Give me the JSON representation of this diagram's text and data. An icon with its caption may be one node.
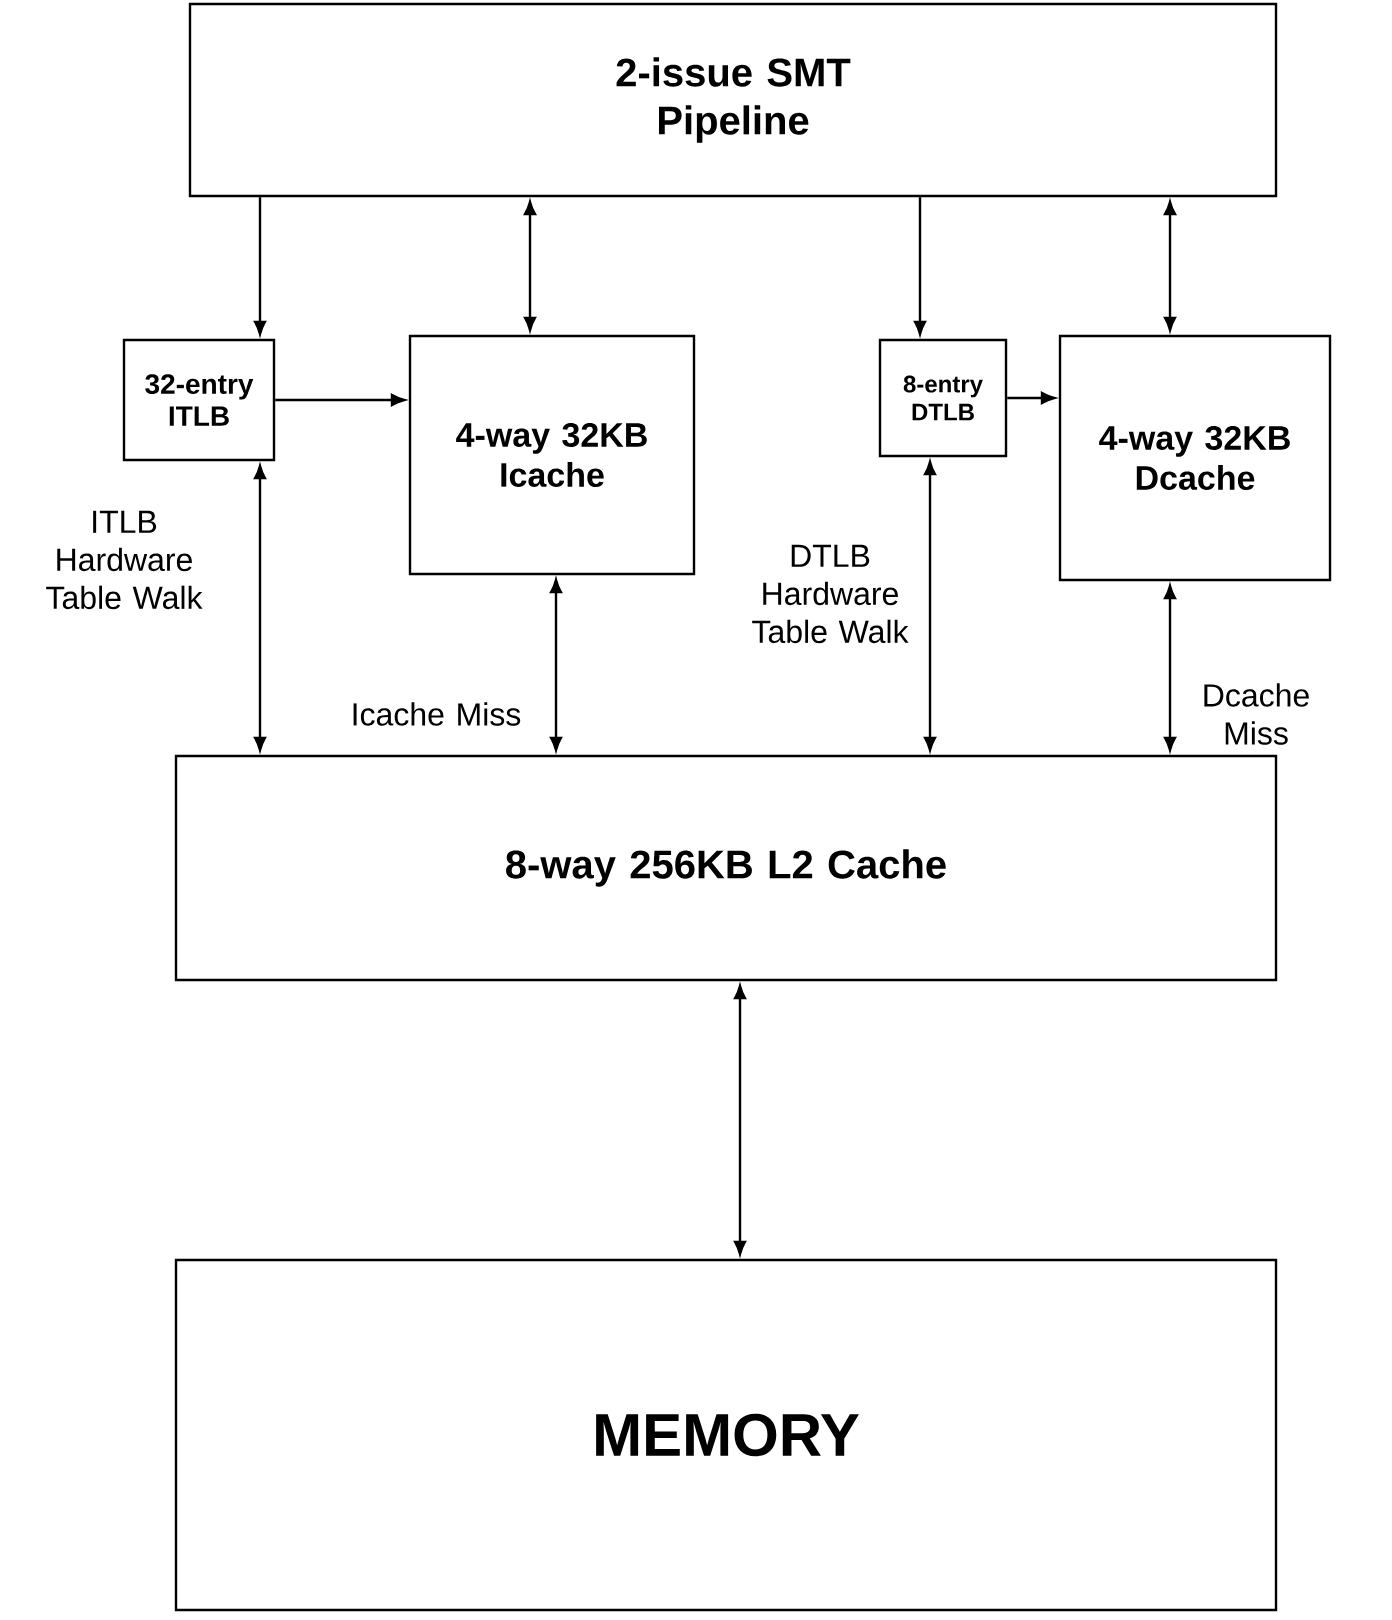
{
  "diagram": {
    "nodes": [
      {
        "text": [
          "2-issue SMT Pipeline"
        ]
      },
      {
        "text": [
          "32-entry ITLB"
        ]
      },
      {
        "text": [
          "4-way 32KB Icache"
        ]
      },
      {
        "text": [
          "8-entry DTLB"
        ]
      },
      {
        "text": [
          "4-way 32KB Dcache"
        ]
      },
      {
        "text": [
          "8-way 256KB L2 Cache"
        ]
      },
      {
        "text": [
          "MEMORY"
        ]
      }
    ],
    "edges": [
      {
        "from": 0,
        "to": 1,
        "arrow": "to"
      },
      {
        "from": 0,
        "to": 2,
        "arrow": "both"
      },
      {
        "from": 0,
        "to": 3,
        "arrow": "to"
      },
      {
        "from": 0,
        "to": 4,
        "arrow": "both"
      },
      {
        "from": 1,
        "to": 2,
        "arrow": "to"
      },
      {
        "from": 3,
        "to": 4,
        "arrow": "to"
      },
      {
        "from": 1,
        "to": 5,
        "arrow": "both",
        "label": "ITLB Hardware Table Walk"
      },
      {
        "from": 2,
        "to": 5,
        "arrow": "both",
        "label": "Icache Miss"
      },
      {
        "from": 3,
        "to": 5,
        "arrow": "both",
        "label": "DTLB Hardware Table Walk"
      },
      {
        "from": 4,
        "to": 5,
        "arrow": "both",
        "label": "Dcache Miss"
      },
      {
        "from": 5,
        "to": 6,
        "arrow": "both"
      }
    ]
  }
}
